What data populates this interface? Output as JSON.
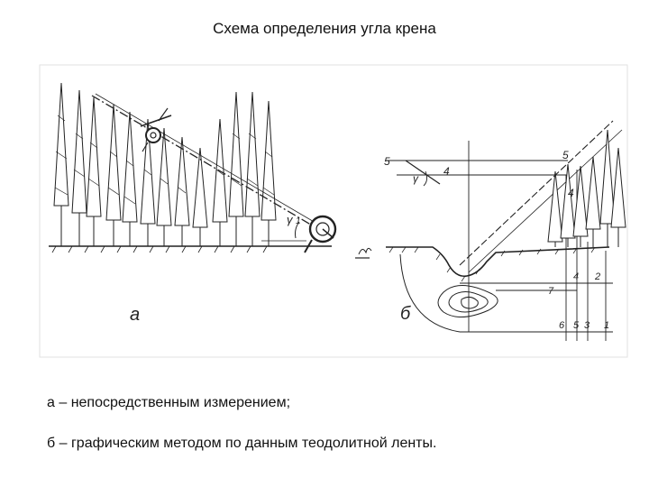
{
  "title": "Схема определения угла крена",
  "figure": {
    "panel_a": {
      "label": "а",
      "angle_label": "γ",
      "angle_index": "1"
    },
    "panel_b": {
      "label": "б",
      "angle_label": "γ",
      "top_labels": {
        "left_5": "5",
        "left_4": "4",
        "right_5": "5",
        "right_4": "4"
      },
      "mid_labels": {
        "n4": "4",
        "n2": "2",
        "n7": "7"
      },
      "bottom_labels": {
        "n6": "6",
        "n5": "5",
        "n3": "3",
        "n1": "1"
      }
    }
  },
  "captions": {
    "a": "а – непосредственным измерением;",
    "b": "б – графическим методом по данным теодолитной ленты."
  }
}
